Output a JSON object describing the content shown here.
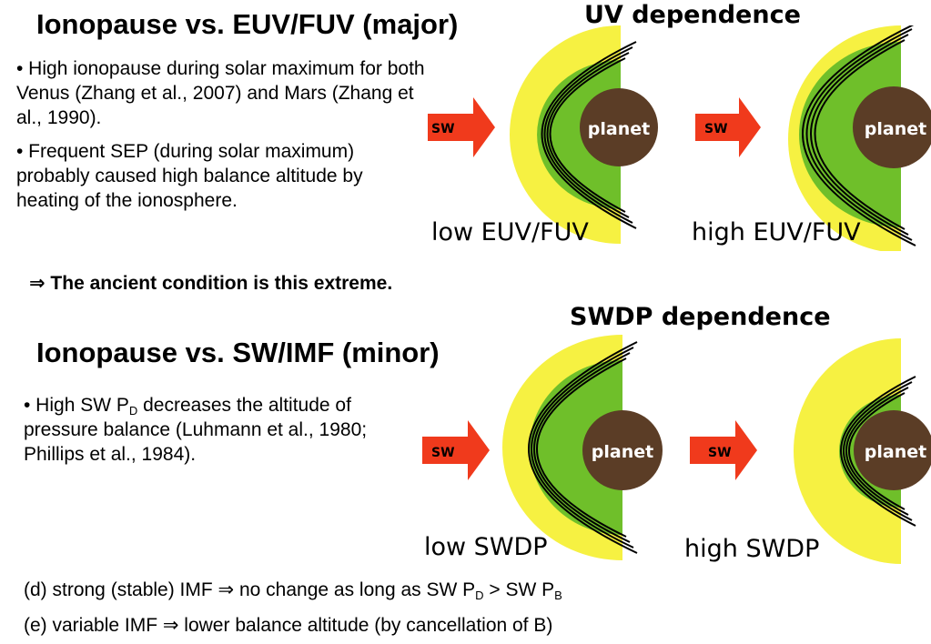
{
  "top": {
    "heading": "Ionopause vs. EUV/FUV (major)",
    "figure_title": "UV dependence",
    "bullet1": "• High ionopause during solar maximum for both Venus (Zhang et al., 2007) and Mars (Zhang et al., 1990).",
    "bullet2": "• Frequent SEP (during solar maximum) probably caused high balance altitude by heating of the ionosphere.",
    "conclusion": "⇒ The ancient condition is this extreme.",
    "panels": [
      {
        "label": "low EUV/FUV",
        "sw": "SW",
        "planet": "planet"
      },
      {
        "label": "high EUV/FUV",
        "sw": "SW",
        "planet": "planet"
      }
    ]
  },
  "bottom": {
    "heading": "Ionopause vs. SW/IMF (minor)",
    "figure_title": "SWDP dependence",
    "bullet1_a": "• High SW P",
    "bullet1_sub": "D",
    "bullet1_b": " decreases the altitude of pressure balance (Luhmann et al., 1980; Phillips et al., 1984).",
    "panels": [
      {
        "label": "low SWDP",
        "sw": "SW",
        "planet": "planet"
      },
      {
        "label": "high SWDP",
        "sw": "SW",
        "planet": "planet"
      }
    ],
    "line_d_a": "(d) strong (stable) IMF ⇒ no change as long as SW P",
    "line_d_sub1": "D",
    "line_d_b": " > SW P",
    "line_d_sub2": "B",
    "line_e": "(e) variable IMF ⇒ lower balance altitude (by cancellation of B)"
  },
  "colors": {
    "yellow": "#f6f142",
    "green": "#6fbf2a",
    "planet": "#5b3d26",
    "arrow": "#f03a1c",
    "label_text": "#ffffff"
  }
}
